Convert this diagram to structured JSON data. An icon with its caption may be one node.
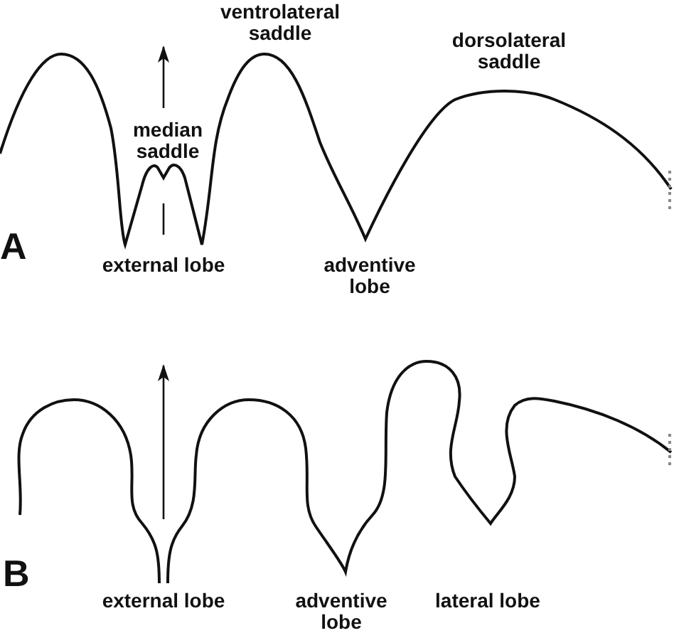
{
  "diagram": {
    "labels": [
      "ventrolateral saddle",
      "dorsolateral saddle",
      "median saddle",
      "A",
      "external lobe",
      "adventive lobe",
      "B",
      "external lobe",
      "adventive lobe",
      "lateral lobe"
    ]
  }
}
